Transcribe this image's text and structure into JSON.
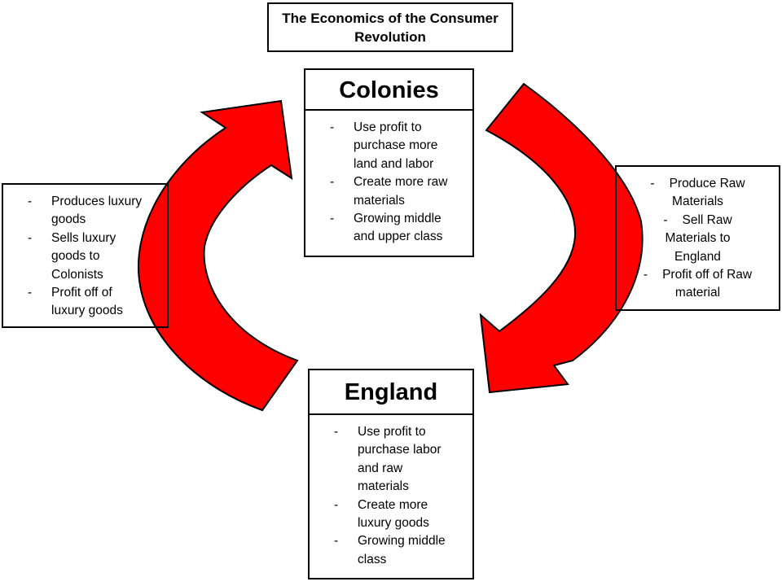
{
  "title": {
    "text": "The Economics of the\nConsumer Revolution"
  },
  "bullet_marker": "-",
  "colonies_box": {
    "header": "Colonies",
    "items": [
      {
        "marker": "-",
        "lines": [
          "Use profit to",
          "purchase more",
          "land and labor"
        ]
      },
      {
        "marker": "-",
        "lines": [
          "Create more raw",
          "materials"
        ]
      },
      {
        "marker": "-",
        "lines": [
          "Growing middle",
          "and upper class"
        ]
      }
    ]
  },
  "england_box": {
    "header": "England",
    "items": [
      {
        "marker": "-",
        "lines": [
          "Use profit to",
          "purchase labor",
          "and raw",
          "materials"
        ]
      },
      {
        "marker": "-",
        "lines": [
          "Create more",
          "luxury goods"
        ]
      },
      {
        "marker": "-",
        "lines": [
          "Growing middle",
          "class"
        ]
      }
    ]
  },
  "england_role_box": {
    "items": [
      {
        "marker": "-",
        "lines": [
          "Produces luxury",
          "goods"
        ]
      },
      {
        "marker": "-",
        "lines": [
          "Sells luxury",
          "goods to",
          "Colonists"
        ]
      },
      {
        "marker": "-",
        "lines": [
          "Profit off of",
          "luxury goods"
        ]
      }
    ]
  },
  "colonies_role_box": {
    "items": [
      {
        "marker": "-",
        "lines": [
          "Produce Raw",
          "Materials"
        ]
      },
      {
        "marker": "-",
        "lines": [
          "Sell Raw",
          "Materials to",
          "England"
        ]
      },
      {
        "marker": "-",
        "lines": [
          "Profit off of Raw",
          "material"
        ]
      }
    ]
  },
  "colors": {
    "arrow_fill": "#FF0000",
    "arrow_outline": "#000000",
    "border": "#000000",
    "background": "#FFFFFF",
    "text": "#000000"
  }
}
